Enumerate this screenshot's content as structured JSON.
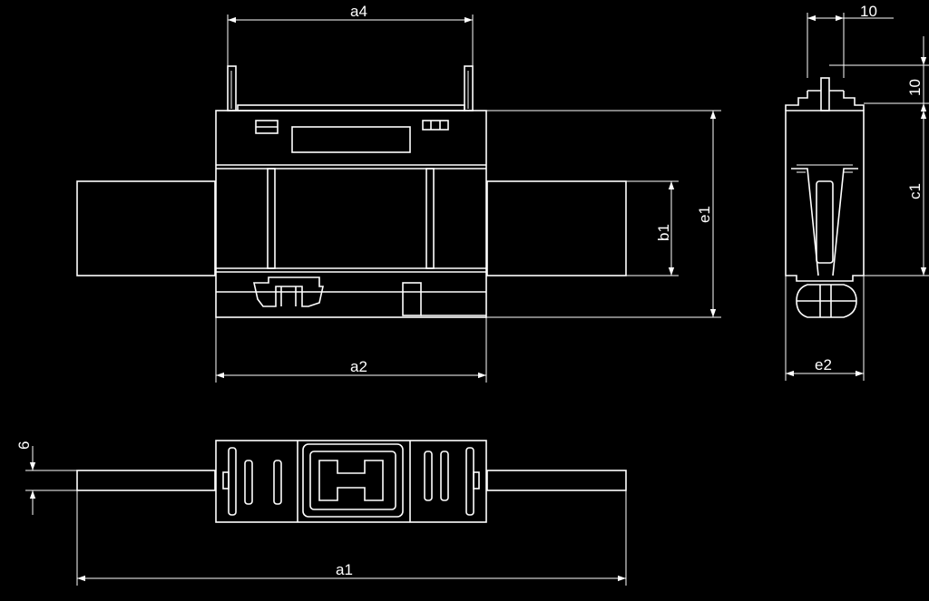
{
  "drawing": {
    "labels": {
      "a4": "a4",
      "a2": "a2",
      "a1": "a1",
      "b1": "b1",
      "e1": "e1",
      "e2": "e2",
      "c1": "c1",
      "top_10": "10",
      "side_10": "10",
      "dim_6": "6"
    }
  }
}
